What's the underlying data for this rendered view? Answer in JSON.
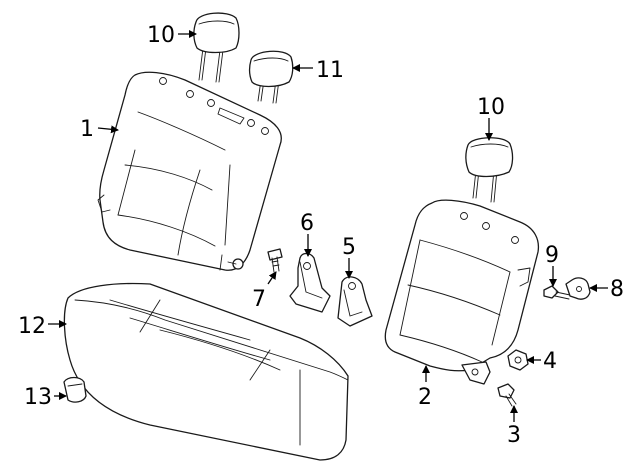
{
  "diagram": {
    "callouts": [
      {
        "id": "c10a",
        "label": "10"
      },
      {
        "id": "c11",
        "label": "11"
      },
      {
        "id": "c1",
        "label": "1"
      },
      {
        "id": "c10b",
        "label": "10"
      },
      {
        "id": "c6",
        "label": "6"
      },
      {
        "id": "c5",
        "label": "5"
      },
      {
        "id": "c9",
        "label": "9"
      },
      {
        "id": "c8",
        "label": "8"
      },
      {
        "id": "c7",
        "label": "7"
      },
      {
        "id": "c12",
        "label": "12"
      },
      {
        "id": "c4",
        "label": "4"
      },
      {
        "id": "c2",
        "label": "2"
      },
      {
        "id": "c3",
        "label": "3"
      },
      {
        "id": "c13",
        "label": "13"
      }
    ]
  }
}
